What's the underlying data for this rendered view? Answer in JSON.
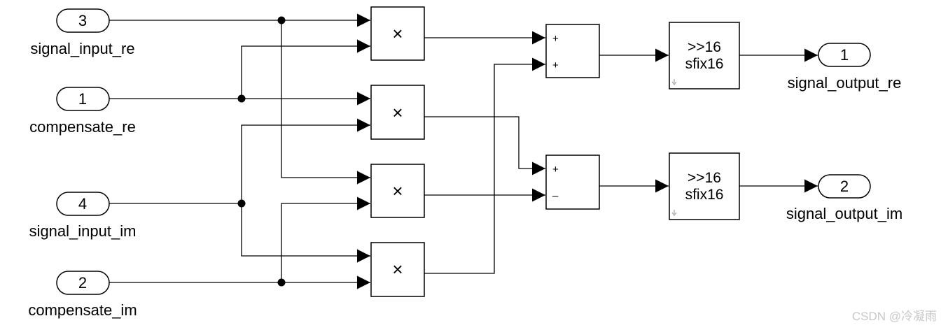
{
  "inports": [
    {
      "id": "in_signal_re",
      "number": "3",
      "label": "signal_input_re"
    },
    {
      "id": "in_comp_re",
      "number": "1",
      "label": "compensate_re"
    },
    {
      "id": "in_signal_im",
      "number": "4",
      "label": "signal_input_im"
    },
    {
      "id": "in_comp_im",
      "number": "2",
      "label": "compensate_im"
    }
  ],
  "products": [
    {
      "id": "prod1",
      "symbol": "×"
    },
    {
      "id": "prod2",
      "symbol": "×"
    },
    {
      "id": "prod3",
      "symbol": "×"
    },
    {
      "id": "prod4",
      "symbol": "×"
    }
  ],
  "sums": [
    {
      "id": "sum_re",
      "signs": [
        "+",
        "+"
      ]
    },
    {
      "id": "sum_im",
      "signs": [
        "+",
        "–"
      ]
    }
  ],
  "converters": [
    {
      "id": "conv_re",
      "line1": ">>16",
      "line2": "sfix16"
    },
    {
      "id": "conv_im",
      "line1": ">>16",
      "line2": "sfix16"
    }
  ],
  "outports": [
    {
      "id": "out_re",
      "number": "1",
      "label": "signal_output_re"
    },
    {
      "id": "out_im",
      "number": "2",
      "label": "signal_output_im"
    }
  ],
  "watermark": "CSDN @冷凝雨"
}
